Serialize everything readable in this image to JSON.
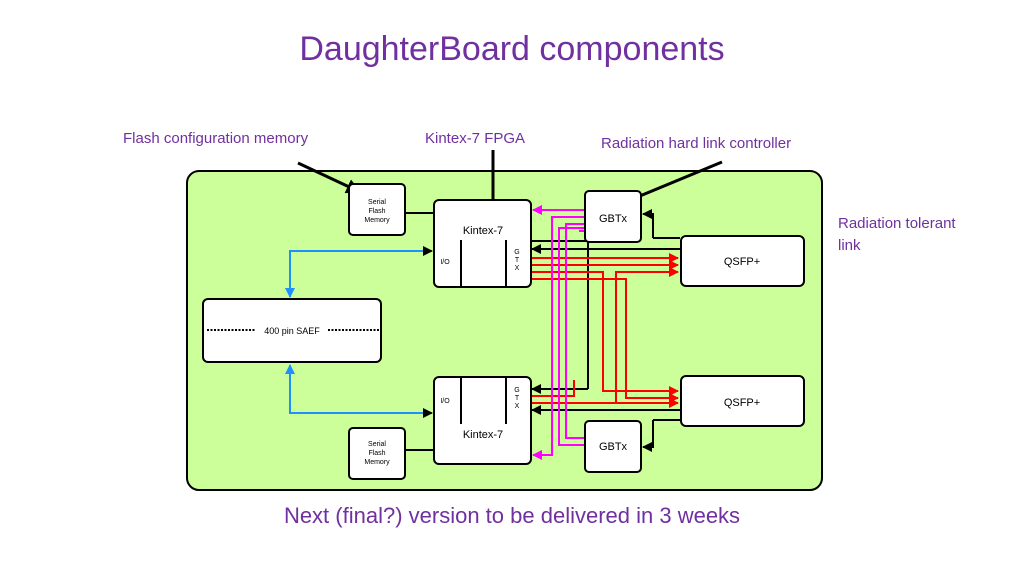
{
  "title": "DaughterBoard components",
  "footer": "Next (final?) version to be delivered in 3 weeks",
  "annotations": {
    "flash": "Flash configuration memory",
    "fpga": "Kintex-7 FPGA",
    "rad_hard": "Radiation hard link controller",
    "rad_tol_1": "Radiation tolerant",
    "rad_tol_2": "link"
  },
  "blocks": {
    "serial_flash": [
      "Serial",
      "Flash",
      "Memory"
    ],
    "kintex": "Kintex-7",
    "io": "I/O",
    "gtx": [
      "G",
      "T",
      "X"
    ],
    "gbtx": "GBTx",
    "qsfp": "QSFP+",
    "saef": "400 pin SAEF"
  },
  "colors": {
    "board": "#ccff99",
    "title": "#7030a0",
    "blue_link": "#1e90ff",
    "red_link": "#ff0000",
    "magenta_link": "#ff00ff"
  }
}
